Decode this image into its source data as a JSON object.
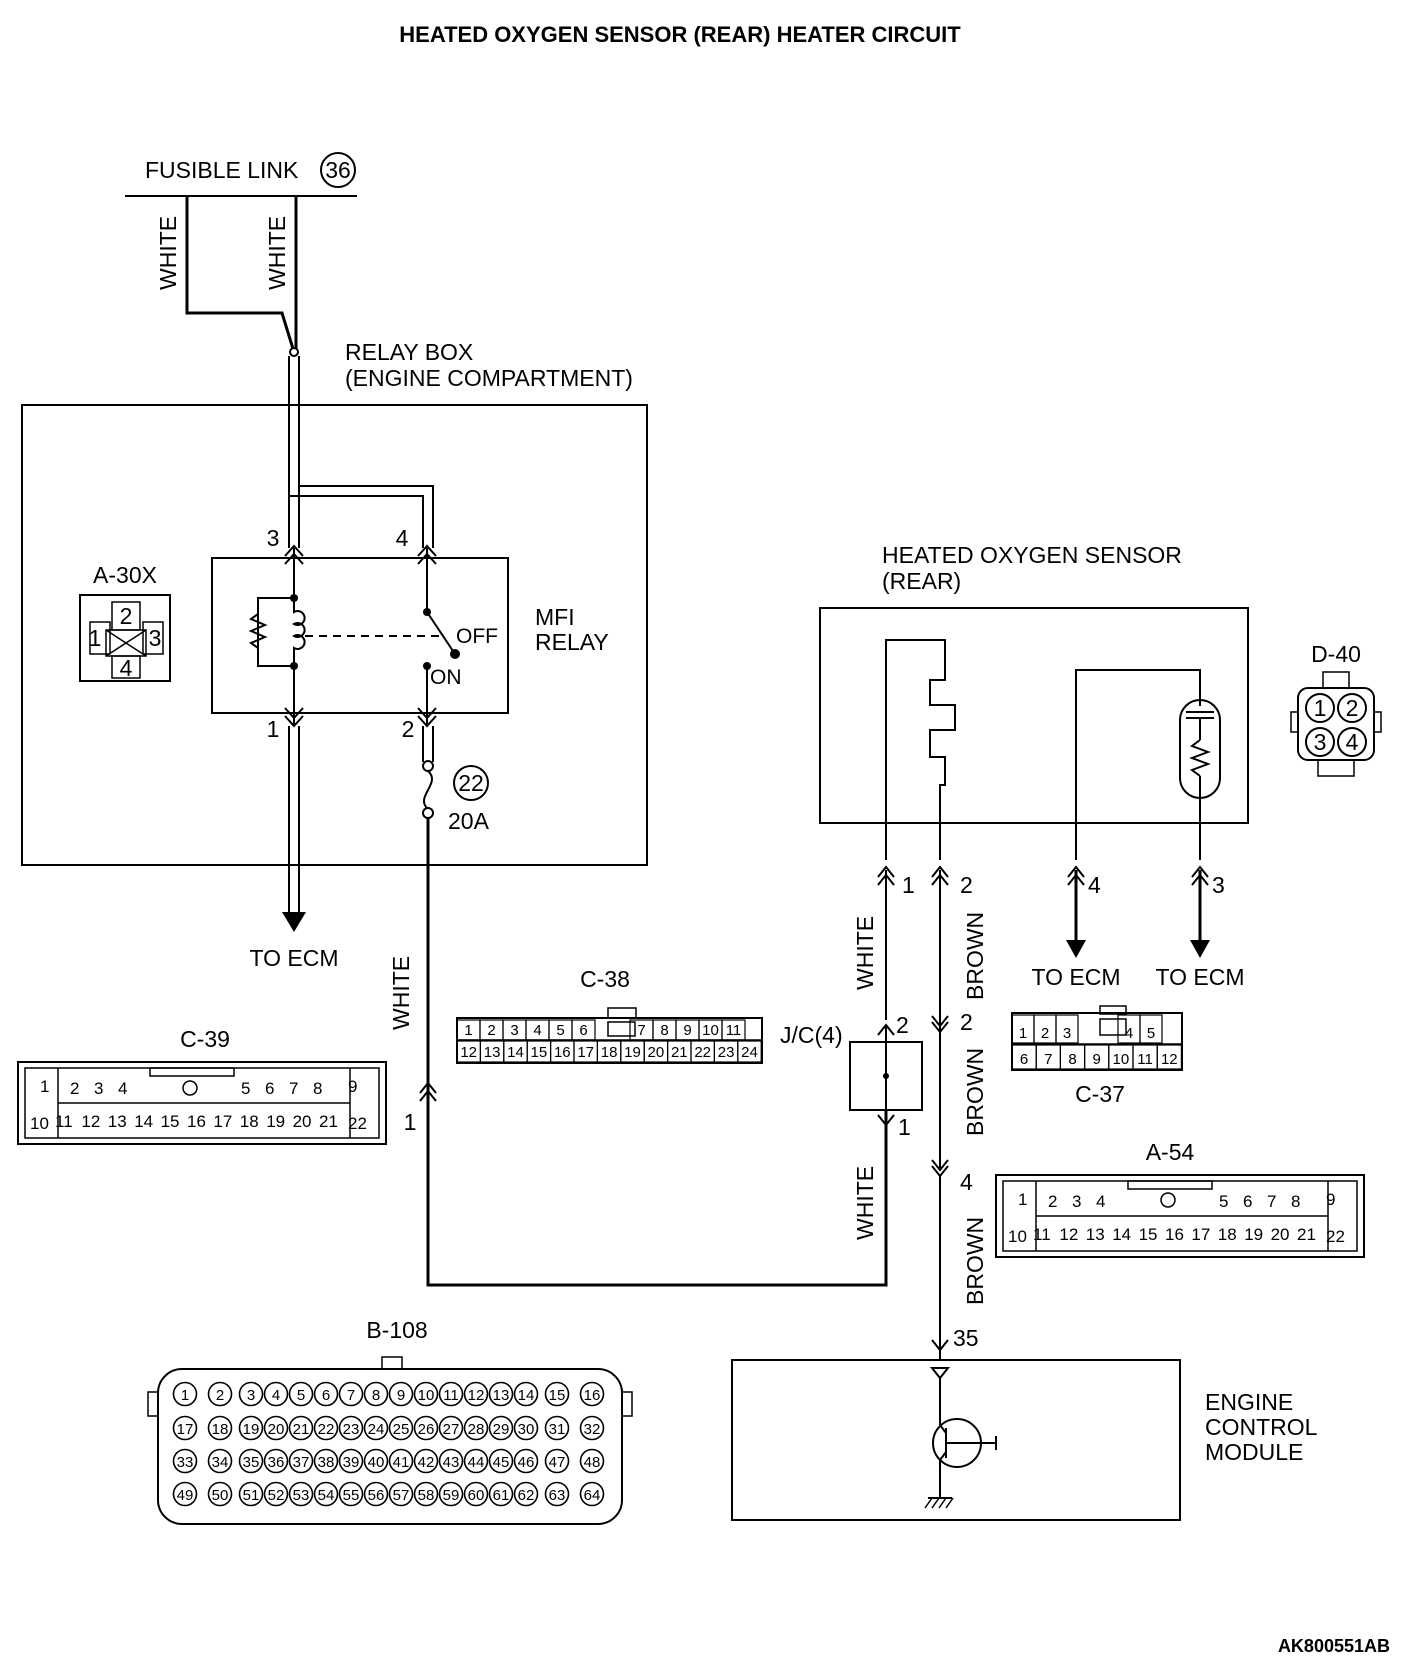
{
  "title": "HEATED OXYGEN SENSOR (REAR) HEATER CIRCUIT",
  "fusible_link": {
    "label": "FUSIBLE LINK",
    "number": "36"
  },
  "wire_colors": {
    "white": "WHITE",
    "brown": "BROWN"
  },
  "relay_box": {
    "line1": "RELAY BOX",
    "line2": "(ENGINE COMPARTMENT)"
  },
  "connector_a30x": {
    "code": "A-30X",
    "pins": [
      "1",
      "2",
      "3",
      "4"
    ]
  },
  "mfi_relay": {
    "line1": "MFI",
    "line2": "RELAY",
    "off": "OFF",
    "on": "ON",
    "terminals": [
      "1",
      "2",
      "3",
      "4"
    ]
  },
  "fuse": {
    "number": "22",
    "rating": "20A"
  },
  "to_ecm": "TO ECM",
  "heated_oxygen_sensor": {
    "line1": "HEATED OXYGEN SENSOR",
    "line2": "(REAR)",
    "terminals": [
      "1",
      "2",
      "3",
      "4"
    ]
  },
  "connector_d40": {
    "code": "D-40",
    "pins": [
      "1",
      "2",
      "3",
      "4"
    ]
  },
  "connector_c38": {
    "code": "C-38",
    "row1": [
      "1",
      "2",
      "3",
      "4",
      "5",
      "6",
      "7",
      "8",
      "9",
      "10",
      "11"
    ],
    "row2": [
      "12",
      "13",
      "14",
      "15",
      "16",
      "17",
      "18",
      "19",
      "20",
      "21",
      "22",
      "23",
      "24"
    ]
  },
  "connector_c39": {
    "code": "C-39",
    "row1": [
      "1",
      "2",
      "3",
      "4",
      "5",
      "6",
      "7",
      "8",
      "9"
    ],
    "row2": [
      "10",
      "11",
      "12",
      "13",
      "14",
      "15",
      "16",
      "17",
      "18",
      "19",
      "20",
      "21",
      "22"
    ]
  },
  "connector_c37": {
    "code": "C-37",
    "row1": [
      "1",
      "2",
      "3",
      "4",
      "5"
    ],
    "row2": [
      "6",
      "7",
      "8",
      "9",
      "10",
      "11",
      "12"
    ]
  },
  "connector_a54": {
    "code": "A-54",
    "row1": [
      "1",
      "2",
      "3",
      "4",
      "5",
      "6",
      "7",
      "8",
      "9"
    ],
    "row2": [
      "10",
      "11",
      "12",
      "13",
      "14",
      "15",
      "16",
      "17",
      "18",
      "19",
      "20",
      "21",
      "22"
    ]
  },
  "junction_connector": {
    "label": "J/C(4)",
    "pins": [
      "2",
      "1"
    ]
  },
  "c39_pin": "1",
  "c37_pins": [
    "2",
    "4"
  ],
  "ecm_pin": "35",
  "connector_b108": {
    "code": "B-108",
    "pins": [
      "1",
      "2",
      "3",
      "4",
      "5",
      "6",
      "7",
      "8",
      "9",
      "10",
      "11",
      "12",
      "13",
      "14",
      "15",
      "16",
      "17",
      "18",
      "19",
      "20",
      "21",
      "22",
      "23",
      "24",
      "25",
      "26",
      "27",
      "28",
      "29",
      "30",
      "31",
      "32",
      "33",
      "34",
      "35",
      "36",
      "37",
      "38",
      "39",
      "40",
      "41",
      "42",
      "43",
      "44",
      "45",
      "46",
      "47",
      "48",
      "49",
      "50",
      "51",
      "52",
      "53",
      "54",
      "55",
      "56",
      "57",
      "58",
      "59",
      "60",
      "61",
      "62",
      "63",
      "64"
    ]
  },
  "ecm": {
    "line1": "ENGINE",
    "line2": "CONTROL",
    "line3": "MODULE"
  },
  "figure_code": "AK800551AB"
}
